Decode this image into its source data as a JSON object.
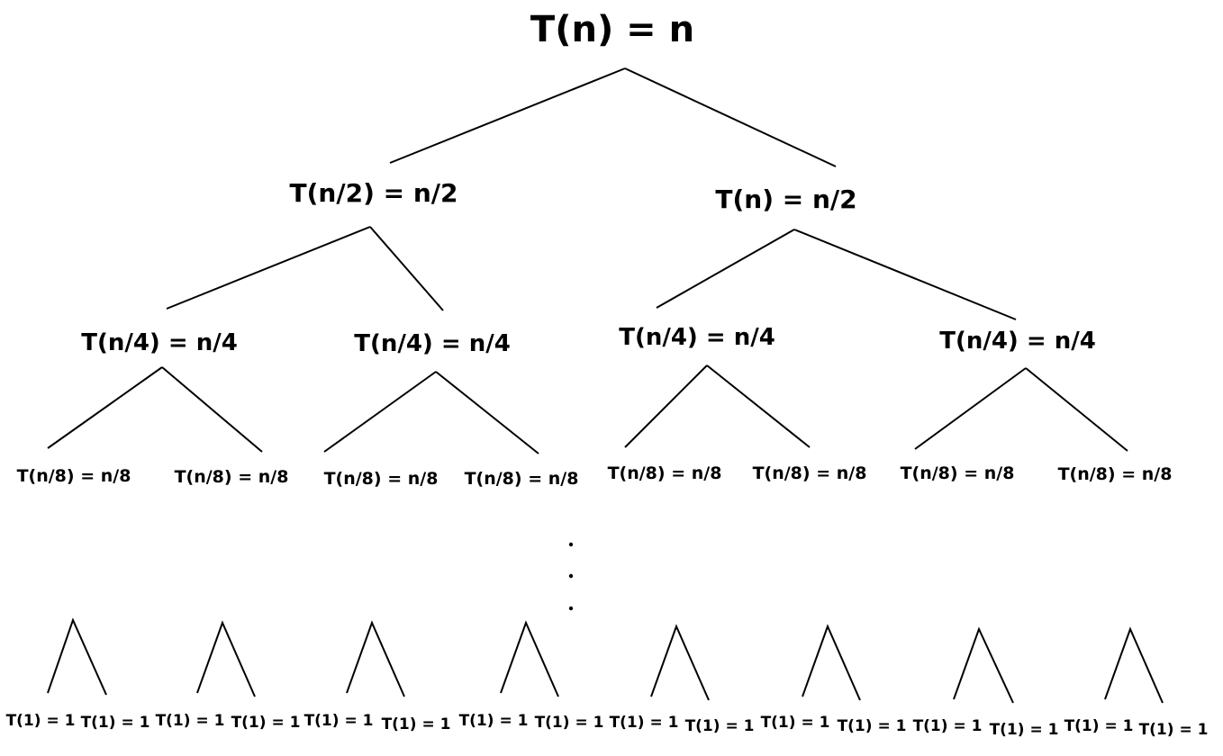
{
  "root": {
    "label": "T(n) = n"
  },
  "level1": [
    {
      "label": "T(n/2) = n/2"
    },
    {
      "label": "T(n) = n/2"
    }
  ],
  "level2": [
    {
      "label": "T(n/4) = n/4"
    },
    {
      "label": "T(n/4) = n/4"
    },
    {
      "label": "T(n/4) = n/4"
    },
    {
      "label": "T(n/4) = n/4"
    }
  ],
  "level3": [
    {
      "label": "T(n/8) = n/8"
    },
    {
      "label": "T(n/8) = n/8"
    },
    {
      "label": "T(n/8) = n/8"
    },
    {
      "label": "T(n/8) = n/8"
    },
    {
      "label": "T(n/8) = n/8"
    },
    {
      "label": "T(n/8) = n/8"
    },
    {
      "label": "T(n/8) = n/8"
    },
    {
      "label": "T(n/8) = n/8"
    }
  ],
  "leaves": [
    {
      "label": "T(1) = 1"
    },
    {
      "label": "T(1) = 1"
    },
    {
      "label": "T(1) = 1"
    },
    {
      "label": "T(1) = 1"
    },
    {
      "label": "T(1) = 1"
    },
    {
      "label": "T(1) = 1"
    },
    {
      "label": "T(1) = 1"
    },
    {
      "label": "T(1) = 1"
    },
    {
      "label": "T(1) = 1"
    },
    {
      "label": "T(1) = 1"
    },
    {
      "label": "T(1) = 1"
    },
    {
      "label": "T(1) = 1"
    },
    {
      "label": "T(1) = 1"
    },
    {
      "label": "T(1) = 1"
    },
    {
      "label": "T(1) = 1"
    },
    {
      "label": "T(1) = 1"
    }
  ]
}
